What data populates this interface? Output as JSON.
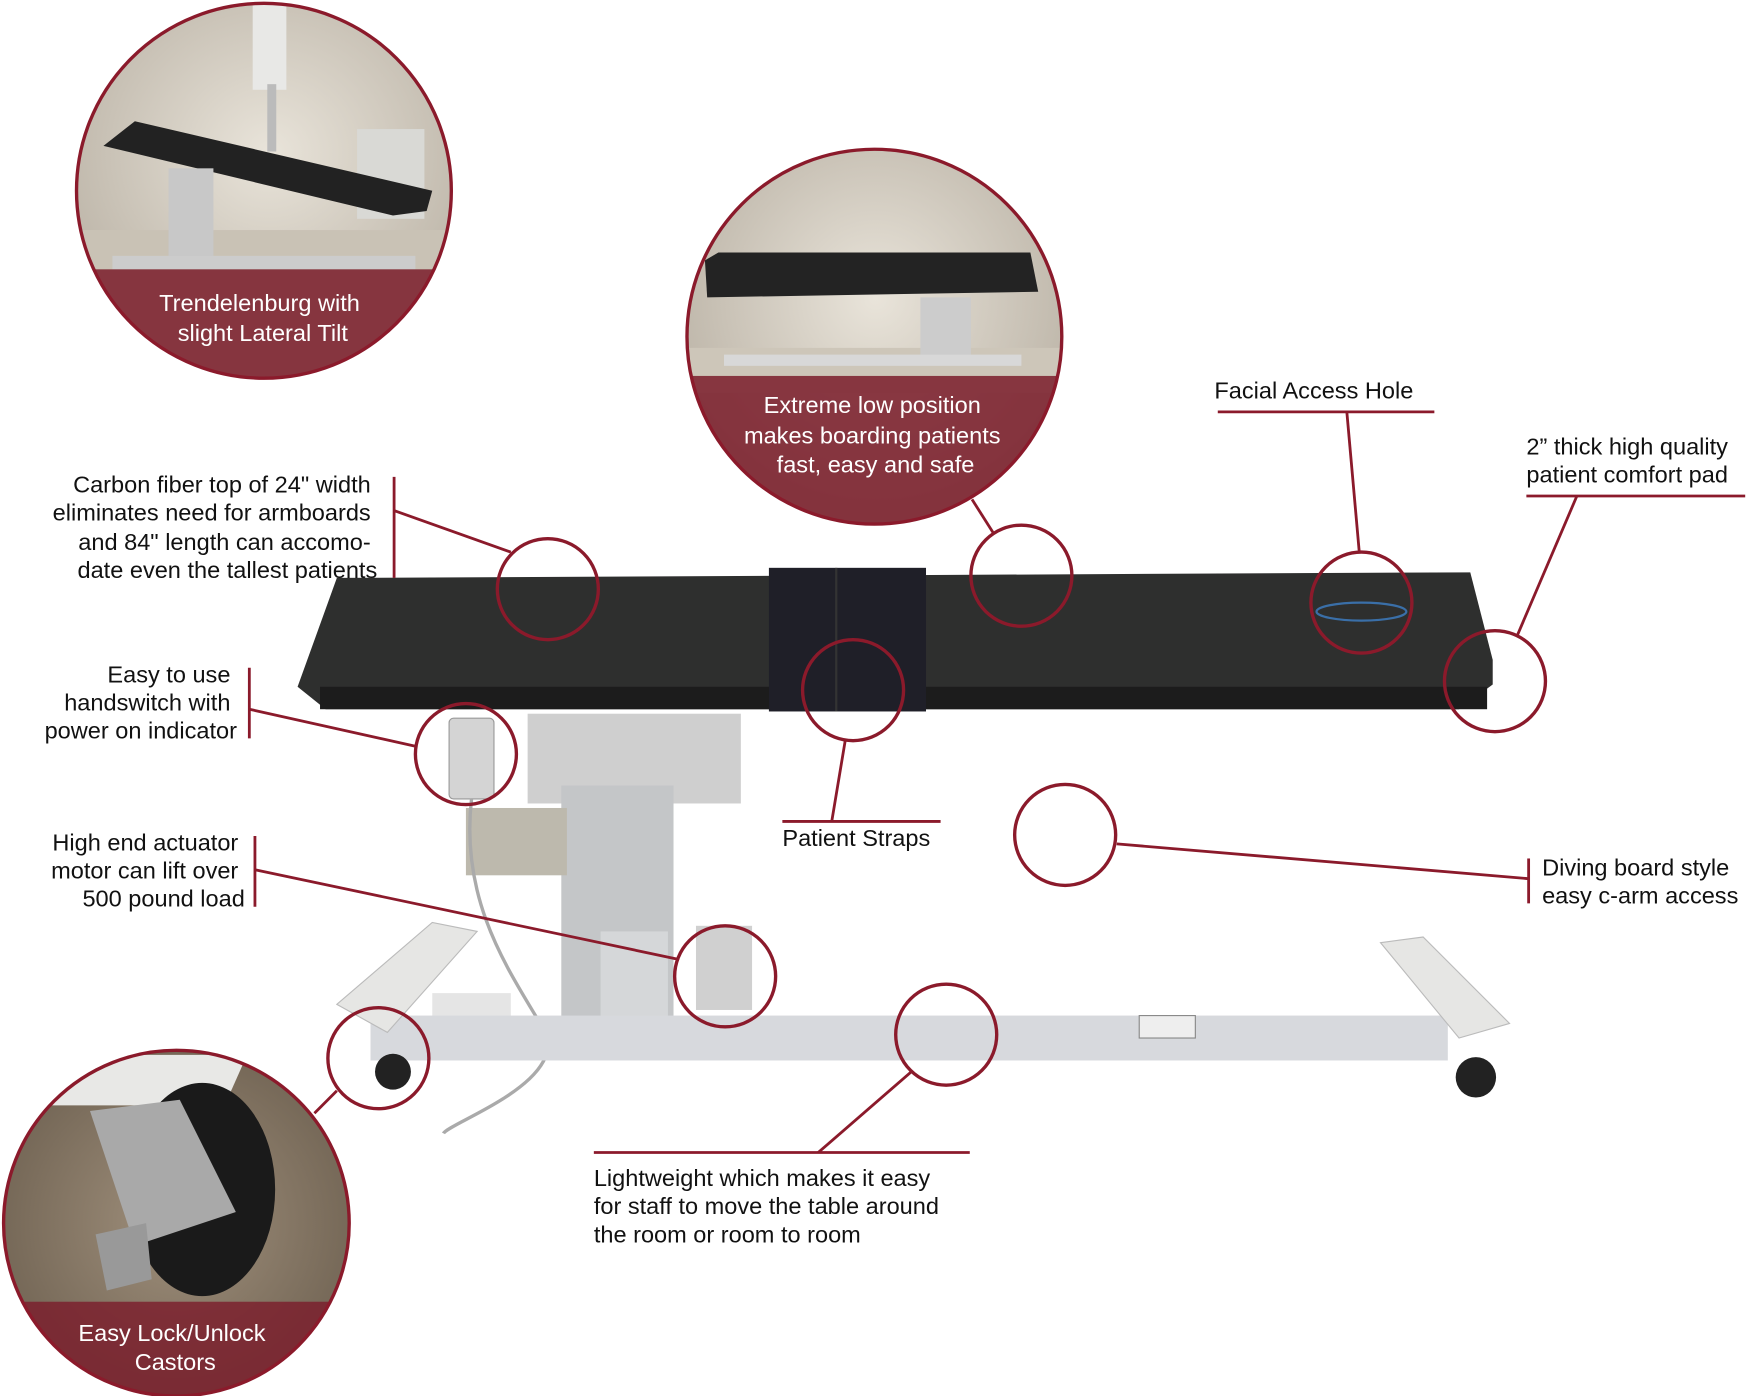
{
  "colors": {
    "accent": "#8b1a2b",
    "table_top": "#2e2f2e",
    "frame": "#d4d6da"
  },
  "photos": {
    "trendelenburg": {
      "lines": [
        "Trendelenburg with",
        "slight Lateral Tilt"
      ]
    },
    "low_position": {
      "lines": [
        "Extreme low position",
        "makes boarding patients",
        "fast, easy and safe"
      ]
    },
    "castors": {
      "lines": [
        "Easy Lock/Unlock",
        "Castors"
      ]
    }
  },
  "callouts": {
    "carbon_fiber": {
      "lines": [
        "Carbon fiber top of 24\" width",
        "eliminates need for armboards",
        "and 84\" length can accomo-",
        "date even the tallest patients"
      ]
    },
    "handswitch": {
      "lines": [
        "Easy to use",
        "handswitch with",
        "power on indicator"
      ]
    },
    "actuator": {
      "lines": [
        "High end actuator",
        "motor can lift over",
        "500 pound load"
      ]
    },
    "facial_hole": {
      "lines": [
        "Facial Access Hole"
      ]
    },
    "comfort_pad": {
      "lines": [
        "2” thick high quality",
        "patient comfort pad"
      ]
    },
    "straps": {
      "lines": [
        "Patient Straps"
      ]
    },
    "diving_board": {
      "lines": [
        "Diving board style",
        "easy c-arm access"
      ]
    },
    "lightweight": {
      "lines": [
        "Lightweight which makes it easy",
        "for staff to move the table around",
        "the room or room to room"
      ]
    }
  }
}
